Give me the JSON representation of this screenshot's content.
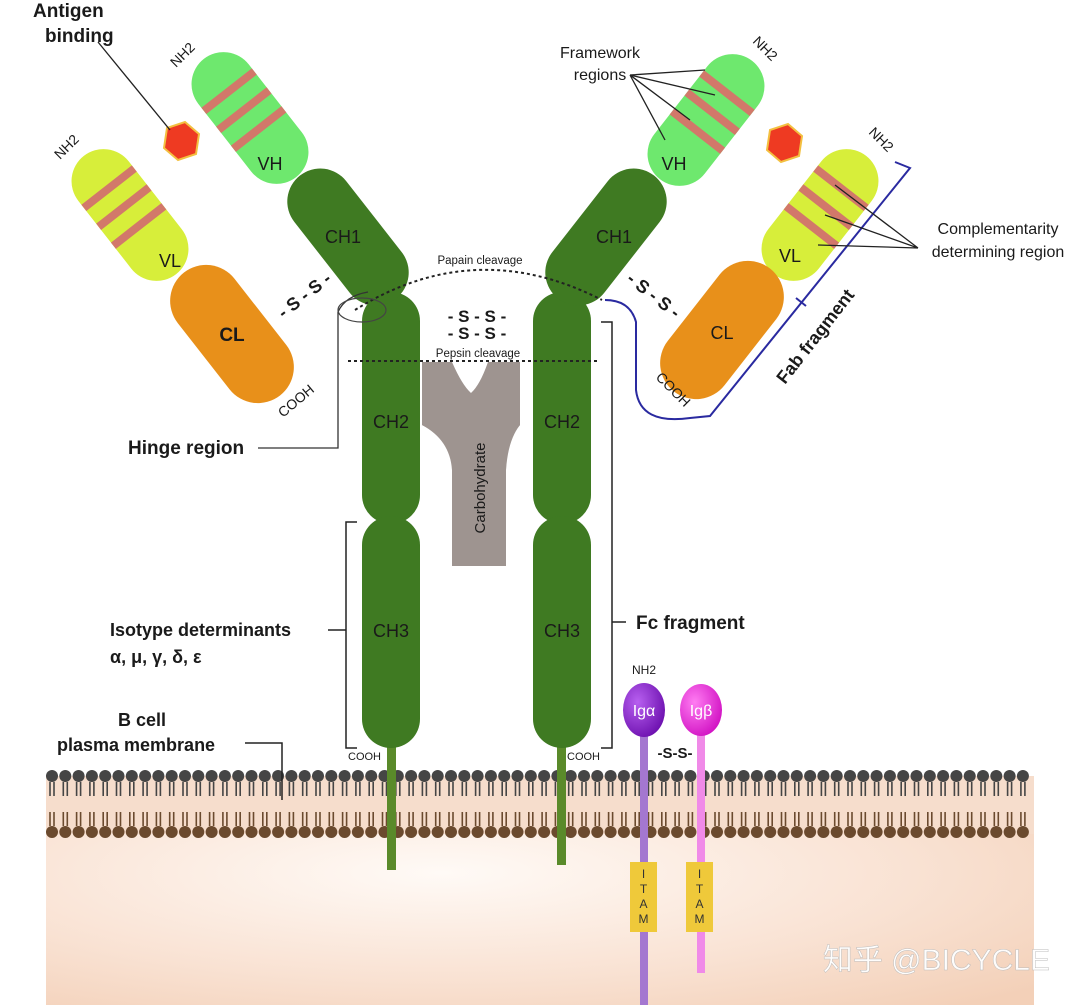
{
  "labels": {
    "antigen_binding_1": "Antigen",
    "antigen_binding_2": "binding",
    "nh2_vh_left": "NH2",
    "nh2_vl_left": "NH2",
    "nh2_vh_right": "NH2",
    "nh2_vl_right": "NH2",
    "nh2_iga": "NH2",
    "framework_1": "Framework",
    "framework_2": "regions",
    "cdr_1": "Complementarity",
    "cdr_2": "determining region",
    "fab_fragment": "Fab fragment",
    "papain": "Papain cleavage",
    "pepsin": "Pepsin cleavage",
    "hinge": "Hinge region",
    "carbohydrate": "Carbohydrate",
    "isotype_1": "Isotype determinants",
    "isotype_2": "α, μ, γ, δ, ε",
    "fc_fragment": "Fc fragment",
    "bcell_1": "B cell",
    "bcell_2": "plasma membrane",
    "cooh": "COOH",
    "iga": "Igα",
    "igb": "Igβ",
    "ss_iga": "-S-S-",
    "ss_left": "- S  -  S -",
    "ss_right": "- S  -  S -",
    "hinge_ss_1": "- S  -  S -",
    "hinge_ss_2": "- S  -  S -",
    "watermark": "知乎 @BICYCLE"
  },
  "domains": {
    "vh": "VH",
    "vl": "VL",
    "cl": "CL",
    "ch1": "CH1",
    "ch2": "CH2",
    "ch3": "CH3"
  },
  "itam_letters": [
    "I",
    "T",
    "A",
    "M"
  ],
  "colors": {
    "heavy_chain": "#3f7a22",
    "vh": "#6ee86e",
    "vl": "#d7ee3a",
    "cl": "#e8901a",
    "cdr_stripe": "#d2786a",
    "antigen": "#ee3a22",
    "carbohydrate": "#9e9490",
    "iga": "#8a1fd0",
    "igb": "#e22ad6",
    "itam": "#efc93a",
    "fab_bracket": "#2a2aa0",
    "membrane_lipid": "#454545",
    "membrane_tail": "#6b4a2e"
  }
}
